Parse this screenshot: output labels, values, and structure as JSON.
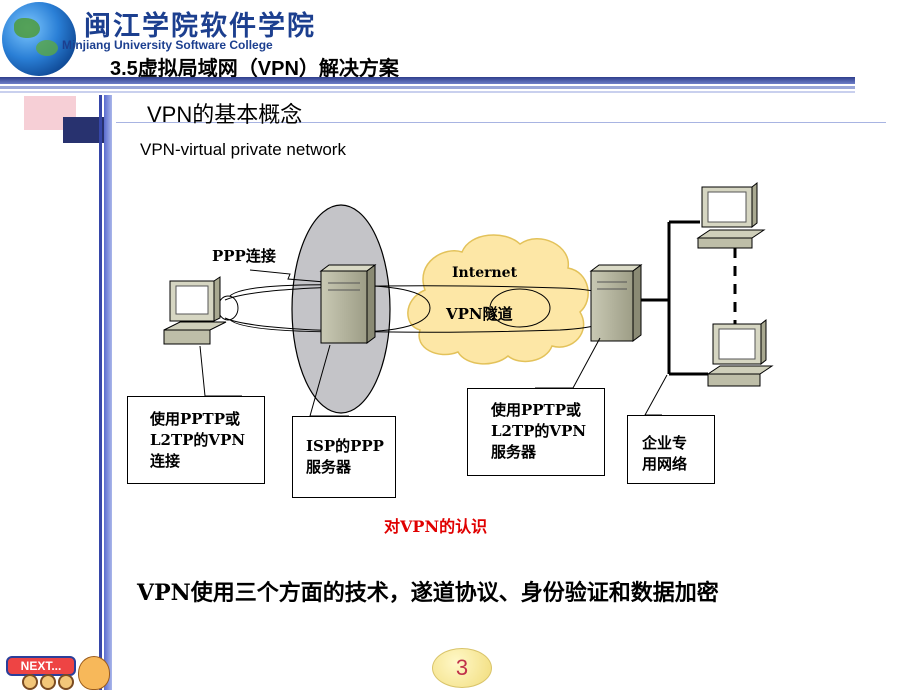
{
  "header": {
    "school_cn": "闽江学院软件学院",
    "school_en": "Minjiang University Software College",
    "slide_title": "3.5虚拟局域网（VPN）解决方案"
  },
  "section": {
    "title": "VPN的基本概念",
    "definition": "VPN-virtual private network"
  },
  "diagram": {
    "ppp_label": "PPP连接",
    "internet_label": "Internet",
    "tunnel_label": "VPN隧道",
    "box_client": [
      "使用PPTP或",
      "L2TP的VPN",
      "连接"
    ],
    "box_isp": [
      "ISP的PPP",
      "服务器"
    ],
    "box_vpn_server": [
      "使用PPTP或",
      "L2TP的VPN",
      "服务器"
    ],
    "box_private": [
      "企业专",
      "用网络"
    ],
    "caption": "对VPN的认识"
  },
  "summary": "VPN使用三个方面的技术，遂道协议、身份验证和数据加密",
  "footer": {
    "page_number": "3",
    "next_label": "NEXT..."
  },
  "colors": {
    "header_band": "#2e3e8c",
    "caption_red": "#e00000",
    "cloud_fill": "#fde7a6",
    "isp_ellipse": "#c4c4c8"
  }
}
